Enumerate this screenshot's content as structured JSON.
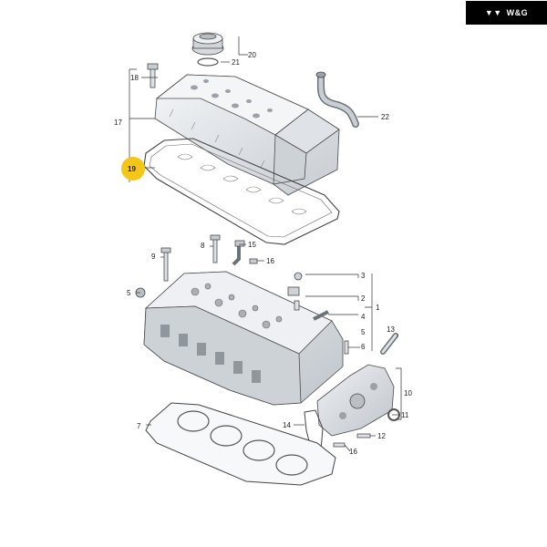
{
  "brand": {
    "logo_text": "W&G"
  },
  "highlight": {
    "label": "19",
    "color": "#f5c518"
  },
  "colors": {
    "part_fill": "#e9ecef",
    "part_shade": "#c9ced3",
    "line": "#333333"
  },
  "callouts": {
    "c1": "1",
    "c2": "2",
    "c3": "3",
    "c4": "4",
    "c5": "5",
    "c6": "6",
    "c7": "7",
    "c8": "8",
    "c9": "9",
    "c10": "10",
    "c11": "11",
    "c12": "12",
    "c13": "13",
    "c14": "14",
    "c15": "15",
    "c16a": "16",
    "c16b": "16",
    "c17": "17",
    "c18": "18",
    "c20": "20",
    "c21": "21",
    "c22": "22"
  }
}
